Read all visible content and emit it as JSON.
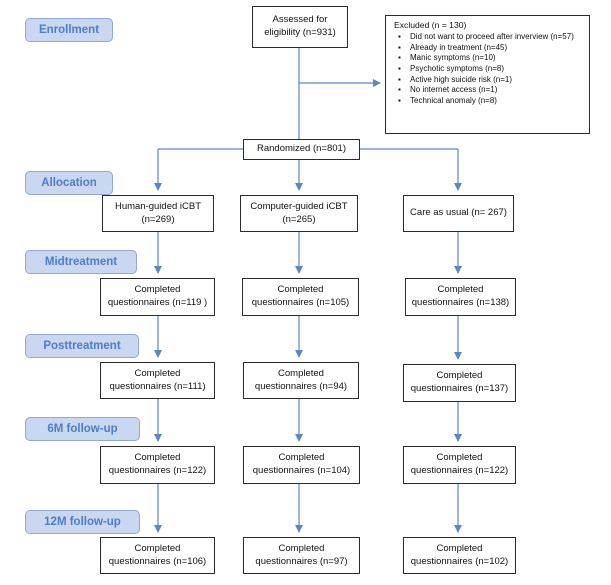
{
  "stages": {
    "enrollment": "Enrollment",
    "allocation": "Allocation",
    "midtreatment": "Midtreatment",
    "posttreatment": "Posttreatment",
    "followup_6m": "6M follow-up",
    "followup_12m": "12M follow-up"
  },
  "assessed": {
    "line1": "Assessed for",
    "line2": "eligibility (n=931)"
  },
  "excluded": {
    "title": "Excluded  (n = 130)",
    "reasons": [
      "Did not want to proceed after inverview (n=57)",
      "Already in treatment (n=45)",
      "Manic symptoms (n=10)",
      "Psychotic symptoms (n=8)",
      "Active high suicide risk (n=1)",
      "No internet access (n=1)",
      "Technical anomaly (n=8)"
    ]
  },
  "randomized": "Randomized (n=801)",
  "arms": [
    {
      "name_line1": "Human-guided iCBT",
      "name_line2": "(n=269)",
      "mid": {
        "line1": "Completed",
        "line2": "questionnaires (n=119 )"
      },
      "post": {
        "line1": "Completed",
        "line2": "questionnaires (n=111)"
      },
      "fu6": {
        "line1": "Completed",
        "line2": "questionnaires (n=122)"
      },
      "fu12": {
        "line1": "Completed",
        "line2": "questionnaires (n=106)"
      }
    },
    {
      "name_line1": "Computer-guided iCBT",
      "name_line2": "(n=265)",
      "mid": {
        "line1": "Completed",
        "line2": "questionnaires (n=105)"
      },
      "post": {
        "line1": "Completed",
        "line2": "questionnaires (n=94)"
      },
      "fu6": {
        "line1": "Completed",
        "line2": "questionnaires (n=104)"
      },
      "fu12": {
        "line1": "Completed",
        "line2": "questionnaires (n=97)"
      }
    },
    {
      "name_line1": "Care as usual (n= 267)",
      "name_line2": "",
      "mid": {
        "line1": "Completed",
        "line2": "questionnaires (n=138)"
      },
      "post": {
        "line1": "Completed",
        "line2": "questionnaires (n=137)"
      },
      "fu6": {
        "line1": "Completed",
        "line2": "questionnaires (n=122)"
      },
      "fu12": {
        "line1": "Completed",
        "line2": "questionnaires (n=102)"
      }
    }
  ],
  "colors": {
    "arrow": "#5b86c9",
    "stage_fill": "#c9d8f0",
    "stage_text": "#4f7cc6",
    "box_border": "#2b2b2b"
  }
}
